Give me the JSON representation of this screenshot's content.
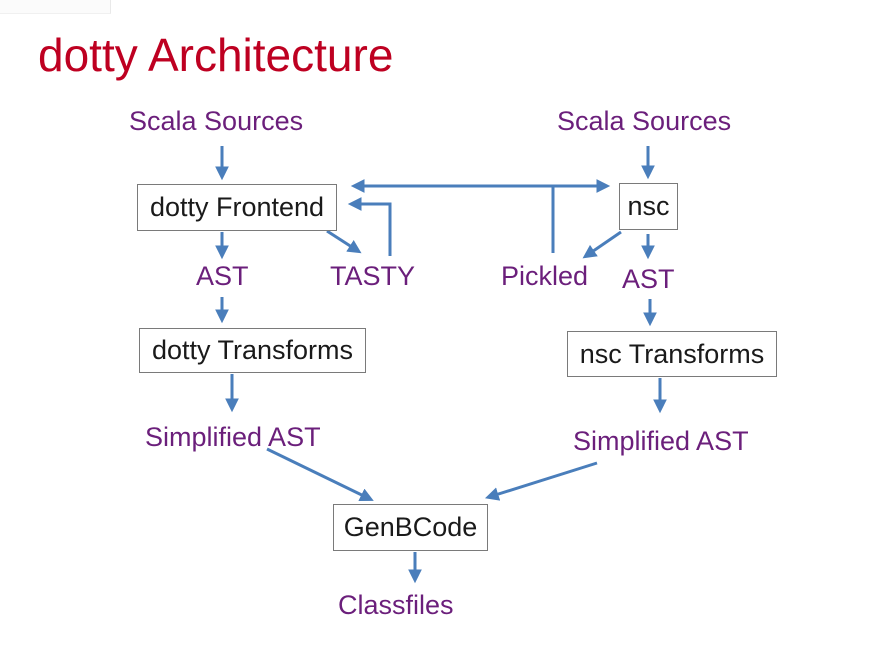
{
  "slide": {
    "title": "dotty Architecture"
  },
  "colors": {
    "title-red": "#BE0021",
    "label-purple": "#6B1F7B",
    "arrow-blue": "#4A7EBB",
    "box-border-gray": "#7A7A7A",
    "box-text-black": "#1A1A1A",
    "background": "#FFFFFF"
  },
  "diagram": {
    "nodes": [
      {
        "id": "dotty-frontend",
        "label": "dotty Frontend"
      },
      {
        "id": "nsc",
        "label": "nsc"
      },
      {
        "id": "dotty-transforms",
        "label": "dotty Transforms"
      },
      {
        "id": "nsc-transforms",
        "label": "nsc Transforms"
      },
      {
        "id": "genbcode",
        "label": "GenBCode"
      }
    ],
    "labels": [
      {
        "id": "scala-sources-left",
        "text": "Scala Sources"
      },
      {
        "id": "scala-sources-right",
        "text": "Scala Sources"
      },
      {
        "id": "ast-left",
        "text": "AST"
      },
      {
        "id": "tasty",
        "text": "TASTY"
      },
      {
        "id": "pickled",
        "text": "Pickled"
      },
      {
        "id": "ast-right",
        "text": "AST"
      },
      {
        "id": "simplified-ast-left",
        "text": "Simplified AST"
      },
      {
        "id": "simplified-ast-right",
        "text": "Simplified AST"
      },
      {
        "id": "classfiles",
        "text": "Classfiles"
      }
    ],
    "edges": [
      {
        "from": "scala-sources-left",
        "to": "dotty-frontend"
      },
      {
        "from": "scala-sources-right",
        "to": "nsc"
      },
      {
        "from": "nsc",
        "to": "dotty-frontend",
        "bidirectional": true
      },
      {
        "from": "nsc-frontend-link",
        "to": "pickled",
        "style": "branch-no-arrowhead"
      },
      {
        "from": "nsc",
        "to": "pickled"
      },
      {
        "from": "dotty-frontend",
        "to": "tasty"
      },
      {
        "from": "tasty",
        "to": "dotty-frontend"
      },
      {
        "from": "dotty-frontend",
        "to": "ast-left"
      },
      {
        "from": "ast-left",
        "to": "dotty-transforms"
      },
      {
        "from": "nsc",
        "to": "ast-right"
      },
      {
        "from": "ast-right",
        "to": "nsc-transforms"
      },
      {
        "from": "dotty-transforms",
        "to": "simplified-ast-left"
      },
      {
        "from": "nsc-transforms",
        "to": "simplified-ast-right"
      },
      {
        "from": "simplified-ast-left",
        "to": "genbcode"
      },
      {
        "from": "simplified-ast-right",
        "to": "genbcode"
      },
      {
        "from": "genbcode",
        "to": "classfiles"
      }
    ]
  }
}
